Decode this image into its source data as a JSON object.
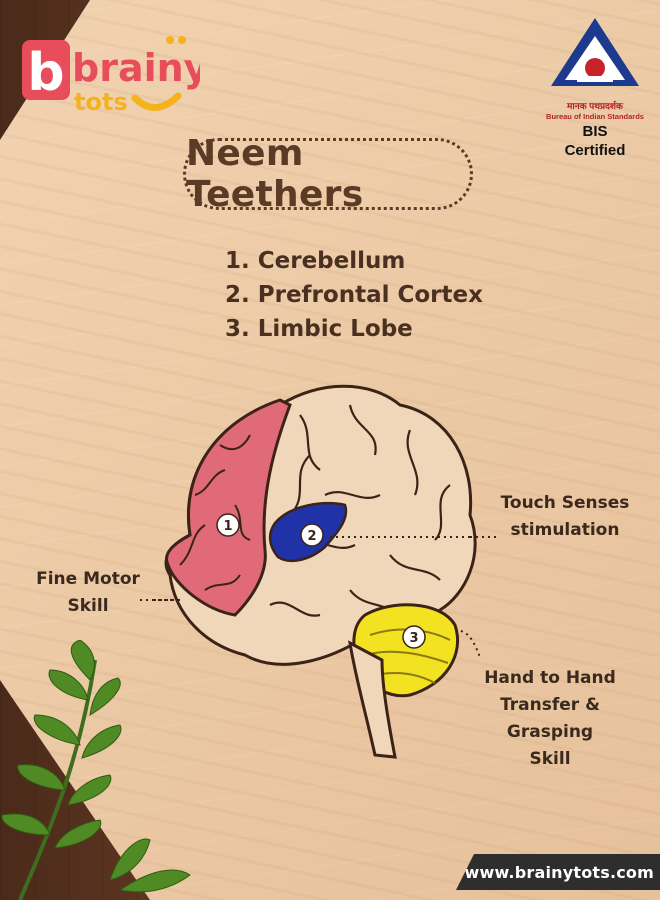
{
  "brand": {
    "logo_word1": "brainy",
    "logo_word2": "tots",
    "colors": {
      "logo_pink": "#e84d5c",
      "logo_yellow": "#f4b21c",
      "title_brown": "#5b3a26"
    }
  },
  "certification": {
    "hindi_text": "मानक पथप्रदर्शक",
    "org_text": "Bureau of Indian Standards",
    "badge_line1": "BIS",
    "badge_line2": "Certified",
    "colors": {
      "bis_blue": "#1d3a8f",
      "bis_red": "#c8232c"
    }
  },
  "title": "Neem Teethers",
  "brain_parts": [
    {
      "num": "1",
      "text": "1. Cerebellum"
    },
    {
      "num": "2",
      "text": "2. Prefrontal Cortex"
    },
    {
      "num": "3",
      "text": "3. Limbic Lobe"
    }
  ],
  "callouts": {
    "touch_line1": "Touch Senses",
    "touch_line2": "stimulation",
    "motor_line1": "Fine Motor",
    "motor_line2": "Skill",
    "hand_line1": "Hand to Hand",
    "hand_line2": "Transfer & Grasping",
    "hand_line3": "Skill"
  },
  "region_colors": {
    "region1": "#e06a78",
    "region2": "#1f32a8",
    "region3": "#f3e222"
  },
  "footer": {
    "url": "www.brainytots.com"
  }
}
